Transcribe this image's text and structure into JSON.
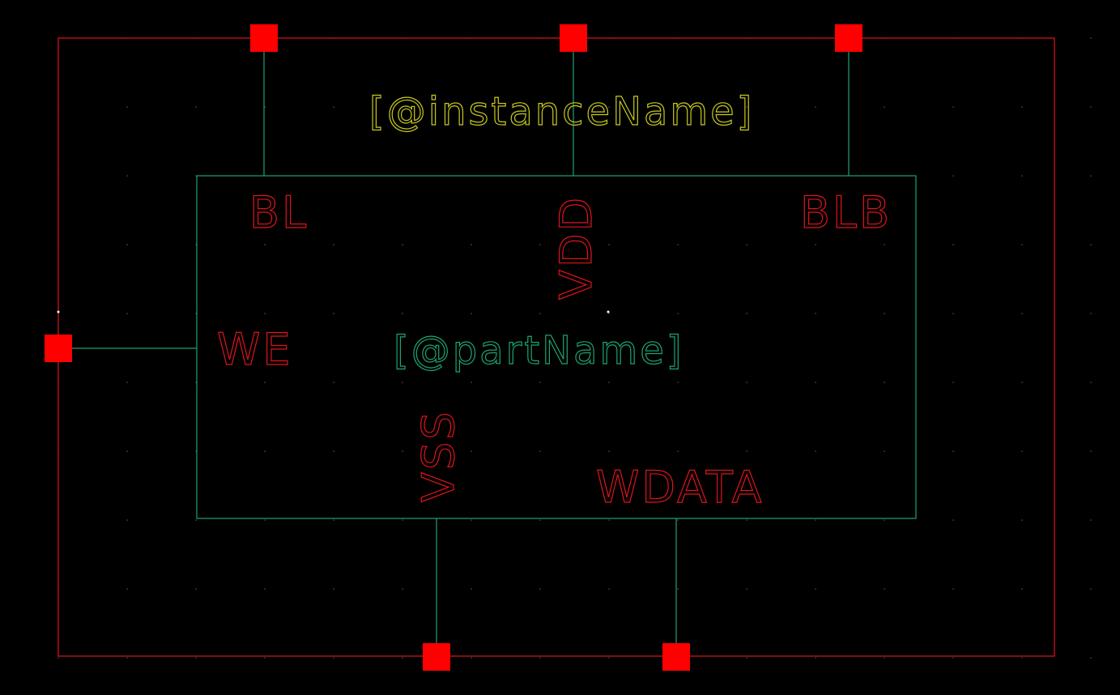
{
  "colors": {
    "background": "#000000",
    "boundary": "#e0141e",
    "body": "#1ea46e",
    "wire": "#1ea46e",
    "pin": "#ff0000",
    "pin_label": "#e0141e",
    "instance_label": "#c8c81e",
    "part_label": "#1ea46e",
    "grid_dot": "#6a6a6a"
  },
  "labels": {
    "instance_name": "[@instanceName]",
    "part_name": "[@partName]"
  },
  "pins": {
    "bl": "BL",
    "vdd": "VDD",
    "blb": "BLB",
    "we": "WE",
    "vss": "VSS",
    "wdata": "WDATA"
  }
}
